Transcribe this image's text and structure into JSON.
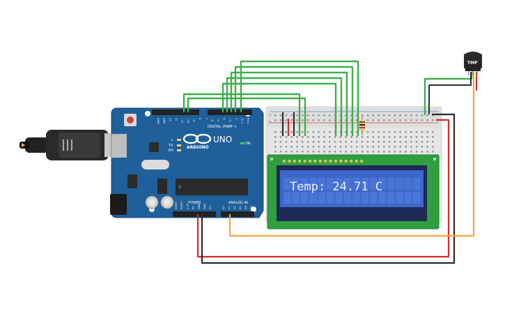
{
  "arduino": {
    "brand": "ARDUINO",
    "model": "UNO",
    "digital_header_label": "DIGITAL (PWM~)",
    "power_label": "POWER",
    "analog_label": "ANALOG IN",
    "led_labels": [
      "L",
      "TX",
      "RX",
      "ON"
    ],
    "analog_pins": [
      "A0",
      "A1",
      "A2",
      "A3",
      "A4",
      "A5"
    ],
    "power_pins": [
      "IOREF",
      "RESET",
      "3.3V",
      "5V",
      "GND",
      "GND",
      "Vin"
    ],
    "top_pins": [
      "AREF",
      "GND",
      "13",
      "12",
      "~11",
      "~10",
      "~9",
      "8",
      "7",
      "~6",
      "~5",
      "4",
      "~3",
      "2",
      "TX 1",
      "RX 0"
    ]
  },
  "lcd": {
    "line1": "Temp: 24.71 C",
    "line2": ""
  },
  "sensor": {
    "label": "TMP"
  },
  "colors": {
    "board": "#1f5f9a",
    "breadboard": "#e9e9e9",
    "lcd_frame": "#2f9f3f",
    "lcd_screen": "#3d66c9",
    "wire_green": "#3fae49",
    "wire_red": "#d62b2b",
    "wire_black": "#2b2b2b",
    "wire_orange": "#f0a63a"
  }
}
